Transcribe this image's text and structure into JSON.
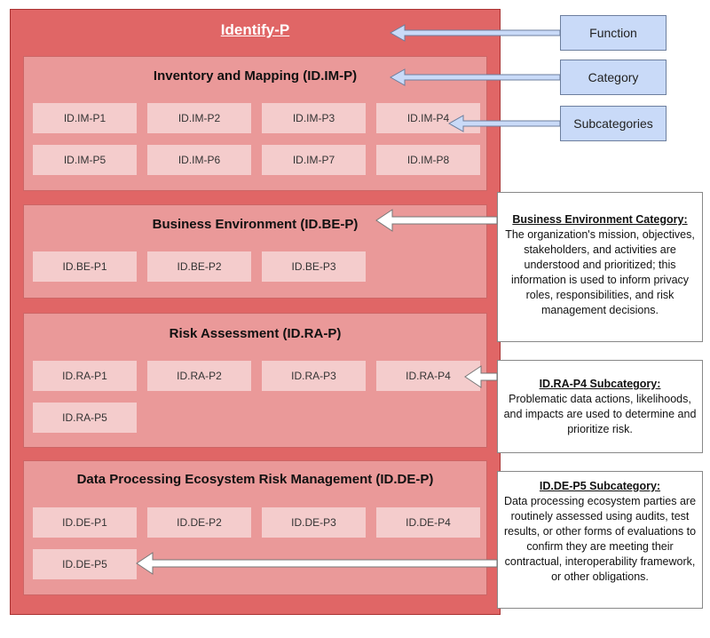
{
  "function_title": "Identify-P",
  "labels": {
    "function": "Function",
    "category": "Category",
    "subcategories": "Subcategories"
  },
  "categories": [
    {
      "title": "Inventory and Mapping (ID.IM-P)",
      "subs": [
        "ID.IM-P1",
        "ID.IM-P2",
        "ID.IM-P3",
        "ID.IM-P4",
        "ID.IM-P5",
        "ID.IM-P6",
        "ID.IM-P7",
        "ID.IM-P8"
      ]
    },
    {
      "title": "Business Environment (ID.BE-P)",
      "subs": [
        "ID.BE-P1",
        "ID.BE-P2",
        "ID.BE-P3"
      ]
    },
    {
      "title": "Risk Assessment (ID.RA-P)",
      "subs": [
        "ID.RA-P1",
        "ID.RA-P2",
        "ID.RA-P3",
        "ID.RA-P4",
        "ID.RA-P5"
      ]
    },
    {
      "title": "Data Processing Ecosystem Risk Management (ID.DE-P)",
      "subs": [
        "ID.DE-P1",
        "ID.DE-P2",
        "ID.DE-P3",
        "ID.DE-P4",
        "ID.DE-P5"
      ]
    }
  ],
  "notes": [
    {
      "title": "Business Environment Category:",
      "body": "The organization's mission, objectives, stakeholders, and activities are understood and prioritized; this information is used to inform privacy roles, responsibilities, and risk management decisions."
    },
    {
      "title": "ID.RA-P4 Subcategory:",
      "body": "Problematic data actions, likelihoods, and impacts are used to determine and prioritize risk."
    },
    {
      "title": "ID.DE-P5 Subcategory:",
      "body": "Data processing ecosystem parties are routinely assessed using audits, test results, or other forms of evaluations to confirm they are meeting their contractual, interoperability framework, or other obligations."
    }
  ],
  "colors": {
    "function_fill": "#e06666",
    "category_fill": "#ea9999",
    "subcategory_fill": "#f4cccc",
    "label_fill": "#c9daf8"
  }
}
